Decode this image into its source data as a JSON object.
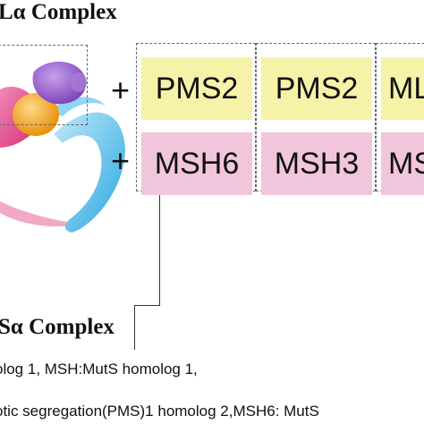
{
  "top_title": "Lα Complex",
  "bottom_title": "Sα Complex",
  "plus_sign": "+",
  "rows": {
    "top": [
      "PMS2",
      "PMS2",
      "ML"
    ],
    "bottom": [
      "MSH6",
      "MSH3",
      "MS"
    ]
  },
  "colors": {
    "yellow_box": "#f6f2a8",
    "pink_box": "#f1c6dd",
    "protein_blue": "#5ec4ee",
    "protein_magenta": "#e1408a",
    "protein_purple": "#9055c4",
    "protein_orange": "#f2a21b"
  },
  "captions": [
    "olog 1, MSH:MutS homolog 1,",
    "otic segregation(PMS)1 homolog 2,MSH6: MutS"
  ]
}
